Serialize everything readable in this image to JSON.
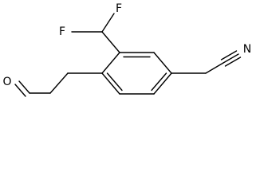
{
  "diagram": {
    "type": "chemical-structure",
    "atom_labels": {
      "fluorine_top": "F",
      "fluorine_left": "F",
      "oxygen": "O",
      "nitrogen": "N"
    }
  }
}
